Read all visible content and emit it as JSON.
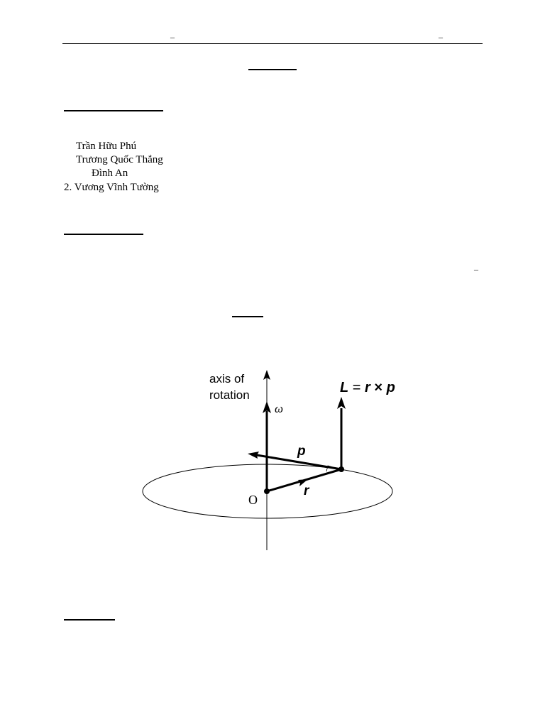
{
  "header": {
    "left_mark": "–",
    "right_mark": "–"
  },
  "authors": {
    "items": [
      "Trần Hữu Phú",
      "Trương Quốc Thắng",
      "Đình An",
      "2. Vương Vĩnh Tường"
    ]
  },
  "body_marks": {
    "right_dash": "–"
  },
  "figure": {
    "axis_label_line1": "axis of",
    "axis_label_line2": "rotation",
    "omega_label": "ω",
    "p_label": "p",
    "r_label": "r",
    "origin_label": "O",
    "equation": {
      "L": "L",
      "eq": " = ",
      "r": "r",
      "cross": " × ",
      "p": "p"
    }
  }
}
